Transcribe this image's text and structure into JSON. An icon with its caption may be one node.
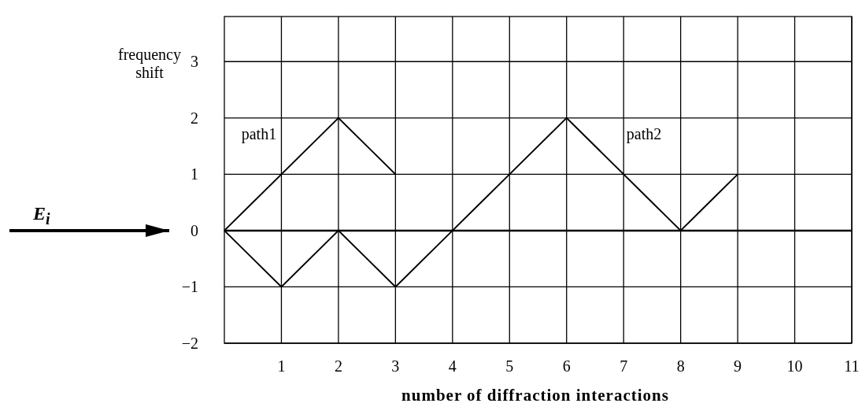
{
  "diagram": {
    "labels": [
      "E$_{i}$"
    ],
    "chart_data": {
      "type": "line",
      "xlabel": "number of diffraction interactions",
      "ylabel": "frequency shift",
      "x": [
        0,
        1,
        2,
        3,
        4,
        5,
        6,
        7,
        8,
        9
      ],
      "grid": true,
      "series": [
        {
          "name": "path1",
          "color": "#000000",
          "values": [
            0,
            1,
            2,
            1,
            null,
            null,
            null,
            null,
            null,
            null
          ]
        },
        {
          "name": "path2",
          "color": "#000000",
          "values": [
            0,
            -1,
            0,
            -1,
            0,
            1,
            2,
            1,
            0,
            1
          ]
        }
      ],
      "xlim": [
        0,
        11
      ],
      "ylim": [
        -2,
        3.8
      ],
      "xticks": [
        1,
        2,
        3,
        4,
        5,
        6,
        7,
        8,
        9,
        10,
        11
      ],
      "yticks": [
        -2,
        -1,
        0,
        1,
        2,
        3
      ]
    }
  }
}
